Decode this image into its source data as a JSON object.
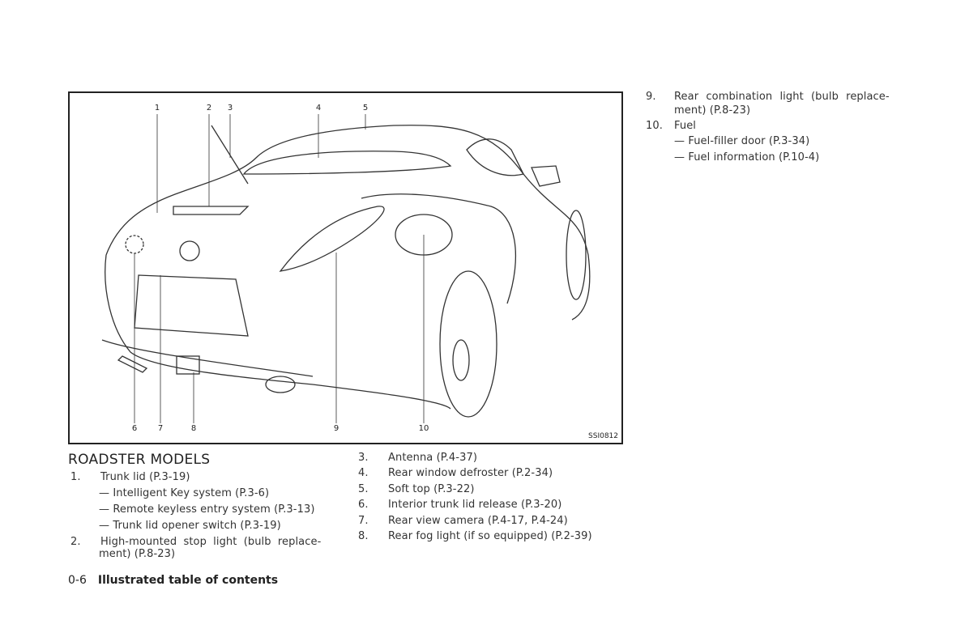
{
  "figure": {
    "code": "SSI0812",
    "callouts_top": [
      "1",
      "2",
      "3",
      "4",
      "5"
    ],
    "callouts_bottom": [
      "6",
      "7",
      "8",
      "9",
      "10"
    ]
  },
  "section_title": "ROADSTER MODELS",
  "items": [
    {
      "num": "1.",
      "text": "Trunk lid (P.3-19)",
      "subs": [
        "— Intelligent Key system (P.3-6)",
        "— Remote keyless entry system (P.3-13)",
        "— Trunk lid opener switch (P.3-19)"
      ]
    },
    {
      "num": "2.",
      "text": "High-mounted stop light (bulb replace-",
      "text2": "ment) (P.8-23)"
    },
    {
      "num": "3.",
      "text": "Antenna (P.4-37)"
    },
    {
      "num": "4.",
      "text": "Rear window defroster (P.2-34)"
    },
    {
      "num": "5.",
      "text": "Soft top (P.3-22)"
    },
    {
      "num": "6.",
      "text": "Interior trunk lid release (P.3-20)"
    },
    {
      "num": "7.",
      "text": "Rear view camera (P.4-17, P.4-24)"
    },
    {
      "num": "8.",
      "text": "Rear fog light (if so equipped) (P.2-39)"
    },
    {
      "num": "9.",
      "text": "Rear combination light (bulb replace-",
      "text2": "ment) (P.8-23)"
    },
    {
      "num": "10.",
      "text": "Fuel",
      "subs": [
        "— Fuel-filler door (P.3-34)",
        "— Fuel information (P.10-4)"
      ]
    }
  ],
  "footer": {
    "page": "0-6",
    "title": "Illustrated table of contents"
  }
}
